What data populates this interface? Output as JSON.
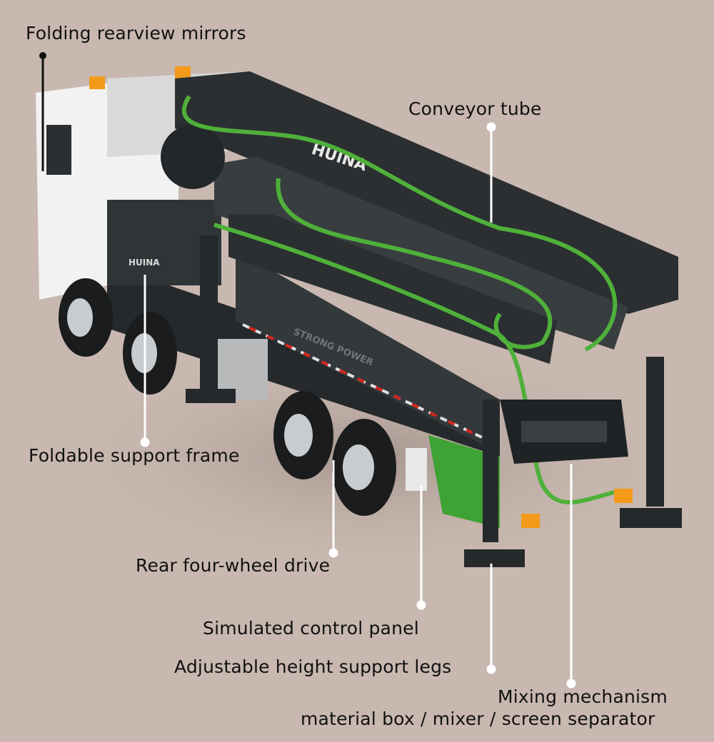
{
  "labels": {
    "mirrors": "Folding rearview mirrors",
    "conveyor": "Conveyor tube",
    "support_frame": "Foldable support frame",
    "rear_drive": "Rear four-wheel drive",
    "control_panel": "Simulated control panel",
    "support_legs": "Adjustable height support legs",
    "mixing_title": "Mixing mechanism",
    "mixing_detail": "material box / mixer / screen separator"
  },
  "product_markings": {
    "brand": "HUINA",
    "side_text": "STRONG POWER"
  },
  "colors": {
    "background": "#c8b8b0",
    "tube_green": "#4fb03a",
    "body_dark": "#2b2f31",
    "cab_white": "#f2f2f2",
    "leader_white": "#ffffff"
  }
}
